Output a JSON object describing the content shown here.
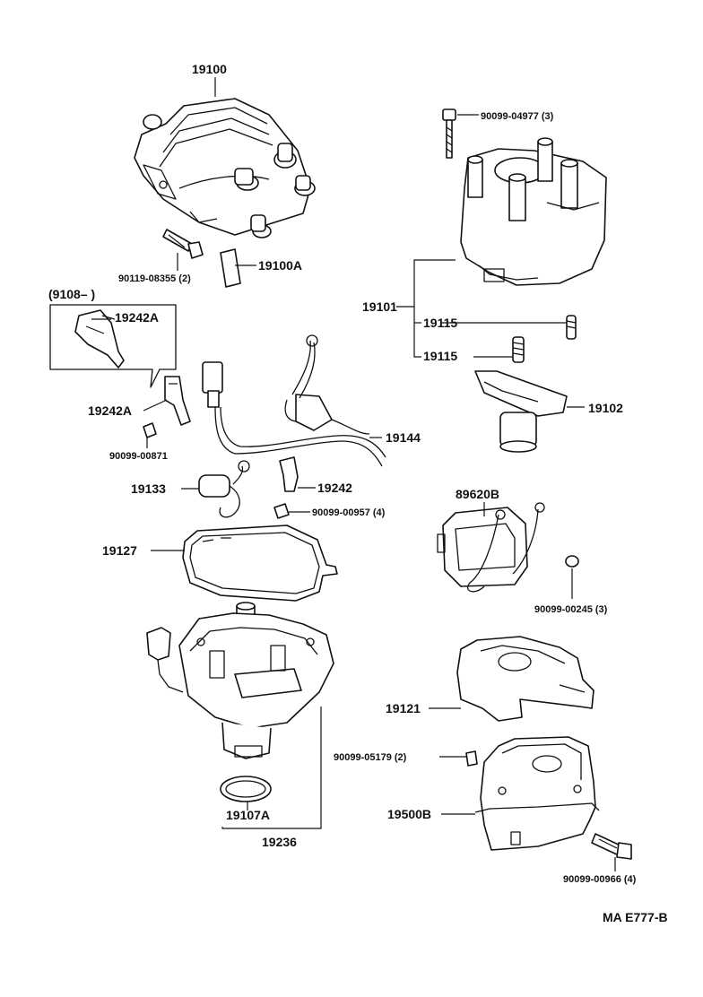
{
  "labels": {
    "p19100": "19100",
    "p90119_08355": "90119-08355 (2)",
    "p19100A": "19100A",
    "p9108": "(9108–        )",
    "p19242A_top": "19242A",
    "p19242A": "19242A",
    "p90099_00871": "90099-00871",
    "p19133": "19133",
    "p19144": "19144",
    "p19242": "19242",
    "p90099_00957": "90099-00957 (4)",
    "p19127": "19127",
    "p19107A": "19107A",
    "p19236": "19236",
    "p90099_04977": "90099-04977 (3)",
    "p19101": "19101",
    "p19115_a": "19115",
    "p19115_b": "19115",
    "p19102": "19102",
    "p89620B": "89620B",
    "p90099_00245": "90099-00245 (3)",
    "p19121": "19121",
    "p90099_05179": "90099-05179 (2)",
    "p19500B": "19500B",
    "p90099_00966": "90099-00966 (4)",
    "code": "MA  E777-B"
  }
}
